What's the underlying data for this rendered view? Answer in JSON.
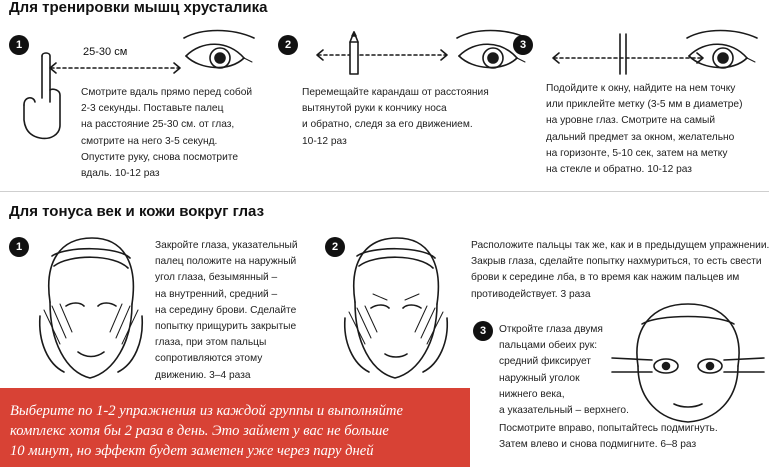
{
  "section1": {
    "heading": "Для тренировки мышц хрусталика",
    "steps": [
      {
        "number": "1",
        "distance_label": "25-30 см",
        "lines": [
          "Смотрите вдаль прямо перед собой",
          "2-3 секунды. Поставьте палец",
          "на расстояние 25-30 см. от глаз,",
          "смотрите на него 3-5 секунд.",
          "Опустите руку, снова посмотрите",
          "вдаль. 10-12 раз"
        ]
      },
      {
        "number": "2",
        "lines": [
          "Перемещайте карандаш от расстояния",
          "вытянутой руки к кончику носа",
          "и обратно, следя за его движением.",
          "10-12 раз"
        ]
      },
      {
        "number": "3",
        "lines": [
          "Подойдите к окну, найдите на нем точку",
          "или приклейте метку (3-5 мм в диаметре)",
          "на уровне глаз. Смотрите на самый",
          "дальний предмет за окном, желательно",
          "на горизонте, 5-10 сек, затем на метку",
          "на стекле и обратно. 10-12 раз"
        ]
      }
    ]
  },
  "section2": {
    "heading": "Для тонуса век и кожи вокруг глаз",
    "steps": [
      {
        "number": "1",
        "lines": [
          "Закройте глаза, указательный",
          "палец положите на наружный",
          "угол глаза, безымянный –",
          "на внутренний, средний –",
          "на середину брови. Сделайте",
          "попытку прищурить закрытые",
          "глаза, при этом пальцы",
          "сопротивляются этому",
          "движению. 3–4 раза"
        ]
      },
      {
        "number": "2",
        "lines": [
          "Расположите пальцы так же, как и в предыдущем упражнении.",
          "Закрыв глаза, сделайте попытку нахмуриться, то есть свести",
          "брови к середине лба, в то время как нажим пальцев им",
          "противодействует. 3 раза"
        ]
      },
      {
        "number": "3",
        "lines": [
          "Откройте глаза двумя",
          "пальцами обеих рук:",
          "средний фиксирует",
          "наружный уголок",
          "нижнего века,",
          "а указательный – верхнего."
        ],
        "extra_lines": [
          "Посмотрите вправо, попытайтесь подмигнуть.",
          "Затем влево и снова подмигните. 6–8 раз"
        ]
      }
    ]
  },
  "tip": {
    "lines": [
      "Выберите по 1-2 упражнения из каждой группы и выполняйте",
      "комплекс хотя бы 2 раза в день. Это займет у вас не больше",
      "10 минут, но эффект будет заметен уже через пару дней"
    ],
    "background_color": "#d84235",
    "text_color": "#ffffff"
  }
}
